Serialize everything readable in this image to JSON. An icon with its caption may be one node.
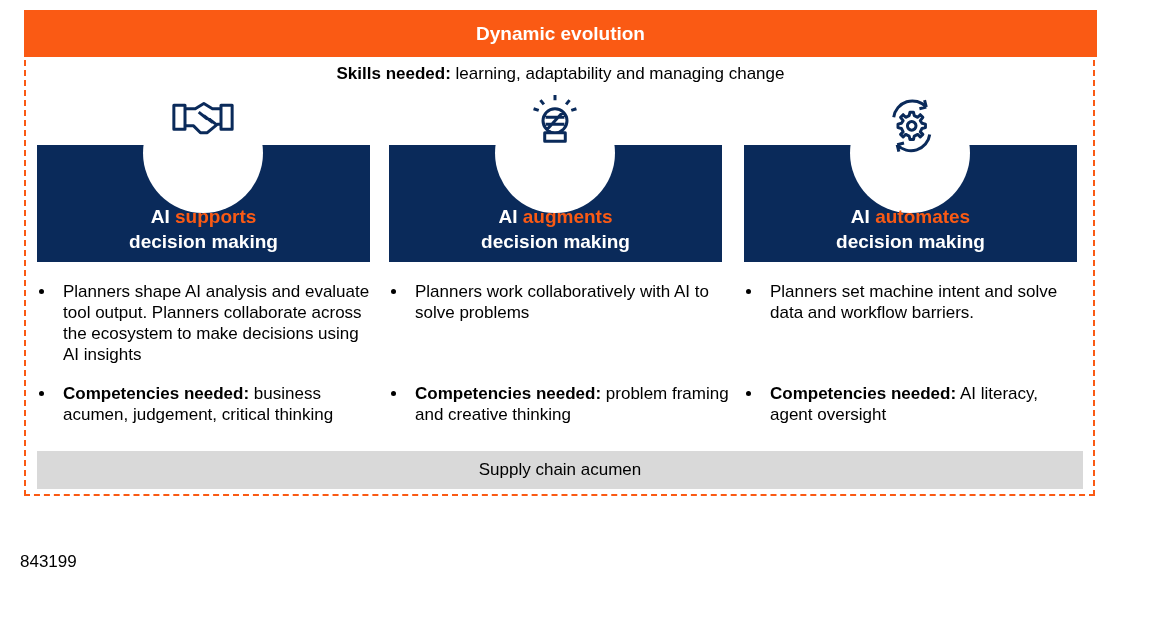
{
  "diagram": {
    "nodes": [
      {
        "text": [
          "Dynamic evolution",
          "**Skills needed:** learning, adaptability and managing change"
        ]
      },
      {
        "text": [
          "AI supports decision making"
        ],
        "in": 0
      },
      {
        "text": [
          "AI augments decision making"
        ],
        "in": 0
      },
      {
        "text": [
          "AI automates decision making"
        ],
        "in": 0
      },
      {
        "text": [
          "Supply chain acumen"
        ],
        "in": 0
      }
    ],
    "labels": [
      "Planners shape AI analysis and evaluate tool output. Planners collaborate across the ecosystem to make decisions using AI insights",
      "**Competencies needed:** business acumen, judgement, critical thinking",
      "Planners work collaboratively with AI to solve problems",
      "**Competencies needed:** problem framing and creative thinking",
      "Planners set machine intent and solve data and workflow barriers.",
      "**Competencies needed:** AI literacy, agent oversight",
      "843199"
    ]
  }
}
